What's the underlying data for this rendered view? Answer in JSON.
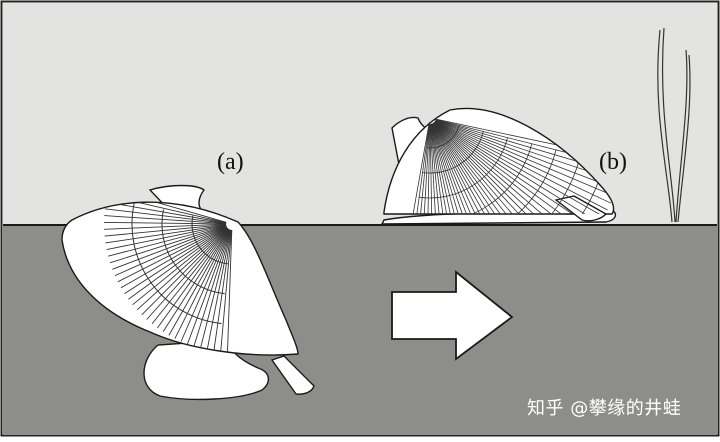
{
  "labels": {
    "a": "(a)",
    "b": "(b)"
  },
  "watermark": "知乎 @攀缘的井蛙",
  "colors": {
    "sky": "#e3e3e1",
    "seabed": "#8d8d8a",
    "shell_fill": "#ffffff",
    "line": "#1a1a1a",
    "arrow_fill": "#ffffff"
  },
  "icons": {
    "arrow": "right-arrow-icon",
    "clam_burrowed": "clam-shell-icon",
    "clam_surface": "clam-shell-icon",
    "seagrass": "seagrass-icon"
  }
}
